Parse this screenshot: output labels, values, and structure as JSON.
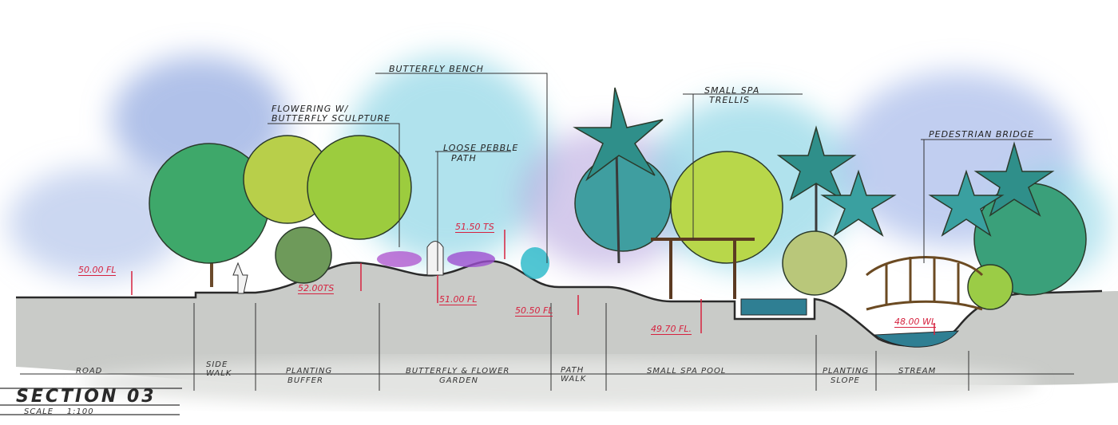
{
  "title": "SECTION 03",
  "scale_label": "SCALE",
  "scale_value": "1:100",
  "callouts": {
    "butterfly_bench": "BUTTERFLY BENCH",
    "flowering": "FLOWERING W/",
    "flowering_line2": "BUTTERFLY SCULPTURE",
    "pebble": "LOOSE PEBBLE",
    "pebble_line2": "PATH",
    "trellis": "SMALL SPA",
    "trellis_line2": "TRELLIS",
    "bridge": "PEDESTRIAN BRIDGE"
  },
  "elevations": {
    "e1": "50.00 FL",
    "e2": "52.00TS",
    "e3": "51.50 TS",
    "e4": "51.00 FL",
    "e5": "50.50 FL",
    "e6": "49.70 FL.",
    "e7": "48.00 WL"
  },
  "zones": {
    "road": "ROAD",
    "sidewalk": "SIDE",
    "sidewalk2": "WALK",
    "buffer": "PLANTING",
    "buffer2": "BUFFER",
    "garden": "BUTTERFLY & FLOWER",
    "garden2": "GARDEN",
    "path": "PATH",
    "path2": "WALK",
    "pool": "SMALL SPA POOL",
    "slope": "PLANTING",
    "slope2": "SLOPE",
    "stream": "STREAM"
  },
  "colors": {
    "elevation": "#d6223f",
    "ground": "#c9cbc8",
    "water": "#2f7f93"
  }
}
